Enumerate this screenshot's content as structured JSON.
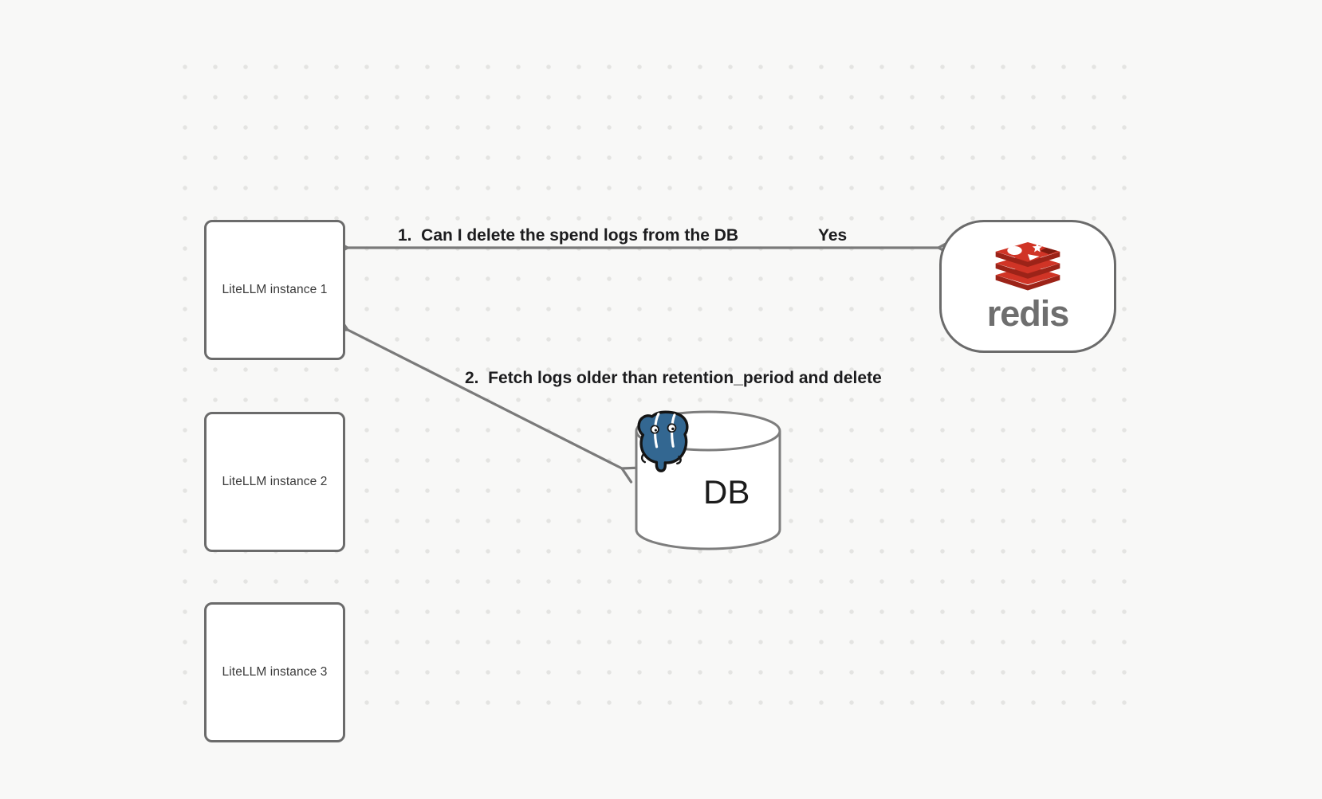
{
  "canvas": {
    "background": "#f8f8f7",
    "dot_color": "#e4e4e2"
  },
  "nodes": {
    "litellm_instances": [
      {
        "label": "LiteLLM instance 1"
      },
      {
        "label": "LiteLLM instance 2"
      },
      {
        "label": "LiteLLM instance 3"
      }
    ],
    "redis": {
      "wordmark": "redis",
      "logo_icon": "redis-stack-logo",
      "logo_red": "#d03426",
      "logo_dark_red": "#9c2318",
      "wordmark_color": "#6e6e6e"
    },
    "database": {
      "label": "DB",
      "logo_icon": "postgresql-elephant-logo",
      "logo_blue": "#336791"
    }
  },
  "edges": [
    {
      "label": "1.  Can I delete the spend logs from the DB",
      "response": "Yes",
      "endpoints": [
        "LiteLLM instance 1",
        "redis"
      ],
      "arrowheads": "both"
    },
    {
      "label": "2.  Fetch logs older than retention_period and delete",
      "endpoints": [
        "LiteLLM instance 1",
        "DB"
      ],
      "arrowheads": "both"
    }
  ],
  "style": {
    "node_border_color": "#6b6b6b",
    "arrow_color": "#7a7a7a",
    "label_color": "#1c1c1e"
  }
}
